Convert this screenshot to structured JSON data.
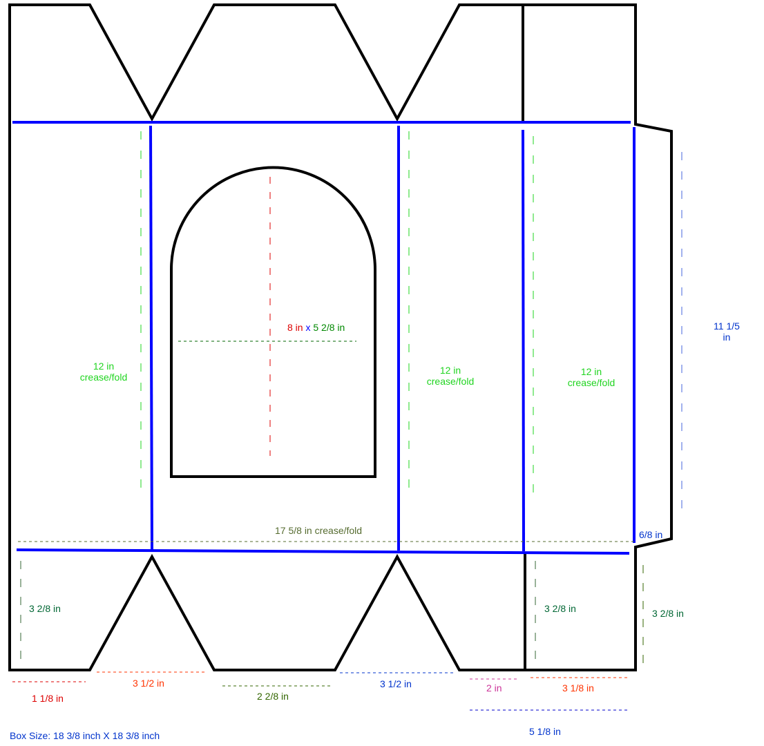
{
  "colors": {
    "outline": "#000000",
    "crease": "#0000ff",
    "green": "#1fd41f",
    "dark_green": "#006633",
    "olive": "#336600",
    "red": "#dd0000",
    "orange_red": "#ff3300",
    "blue": "#0033cc",
    "magenta": "#cc3399",
    "dim_blue": "#4466dd"
  },
  "labels": {
    "window_height": "8 in",
    "window_x": "x",
    "window_width": "5 2/8 in",
    "crease_left": [
      "12 in",
      "crease/fold"
    ],
    "crease_mid": [
      "12 in",
      "crease/fold"
    ],
    "crease_right": [
      "12 in",
      "crease/fold"
    ],
    "side_height": [
      "11 1/5",
      "in"
    ],
    "bottom_crease": "17 5/8 in crease/fold",
    "tab_width": "6/8 in",
    "flap_left": "3 2/8 in",
    "flap_mid": "3 2/8 in",
    "flap_right": "3 2/8 in",
    "seg_1": "1 1/8 in",
    "seg_2": "3 1/2 in",
    "seg_3": "2 2/8 in",
    "seg_4": "3 1/2 in",
    "seg_5": "2 in",
    "seg_6": "3 1/8 in",
    "seg_7": "5 1/8 in",
    "box_size": "Box Size: 18 3/8 inch X 18 3/8 inch"
  }
}
